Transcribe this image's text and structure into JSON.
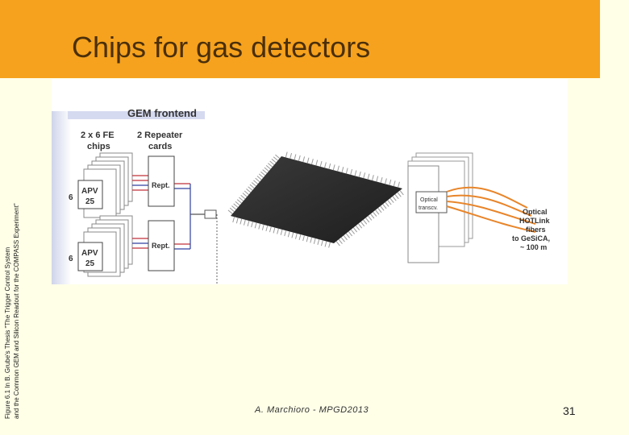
{
  "slide": {
    "title": "Chips for gas detectors",
    "caption_line1": "Figure 6.1 In B. Grube's Thesis \"The Trigger Control System",
    "caption_line2": "and the Common GEM and Silicon Readout for the COMPASS Experiment\"",
    "footer": "A. Marchioro - MPGD2013",
    "page_number": "31"
  },
  "figure": {
    "heading": "GEM frontend",
    "fe_label_line1": "2 x 6 FE",
    "fe_label_line2": "chips",
    "rep_label_line1": "2 Repeater",
    "rep_label_line2": "cards",
    "count_top": "6",
    "count_bottom": "6",
    "apv_line1": "APV",
    "apv_line2": "25",
    "rept_label": "Rept.",
    "optical_line1": "Optical",
    "optical_line2": "transcv.",
    "fibers_line1": "Optical",
    "fibers_line2": "HOTLink",
    "fibers_line3": "fibers",
    "fibers_line4": "to GeSiCA,",
    "fibers_line5": "~ 100 m"
  },
  "colors": {
    "title_bar": "#f6a21e",
    "background": "#ffffe8",
    "chip_body": "#2b2b2b",
    "signal_red": "#c0303a",
    "signal_blue": "#3040a0",
    "fiber_orange": "#e8852a"
  }
}
